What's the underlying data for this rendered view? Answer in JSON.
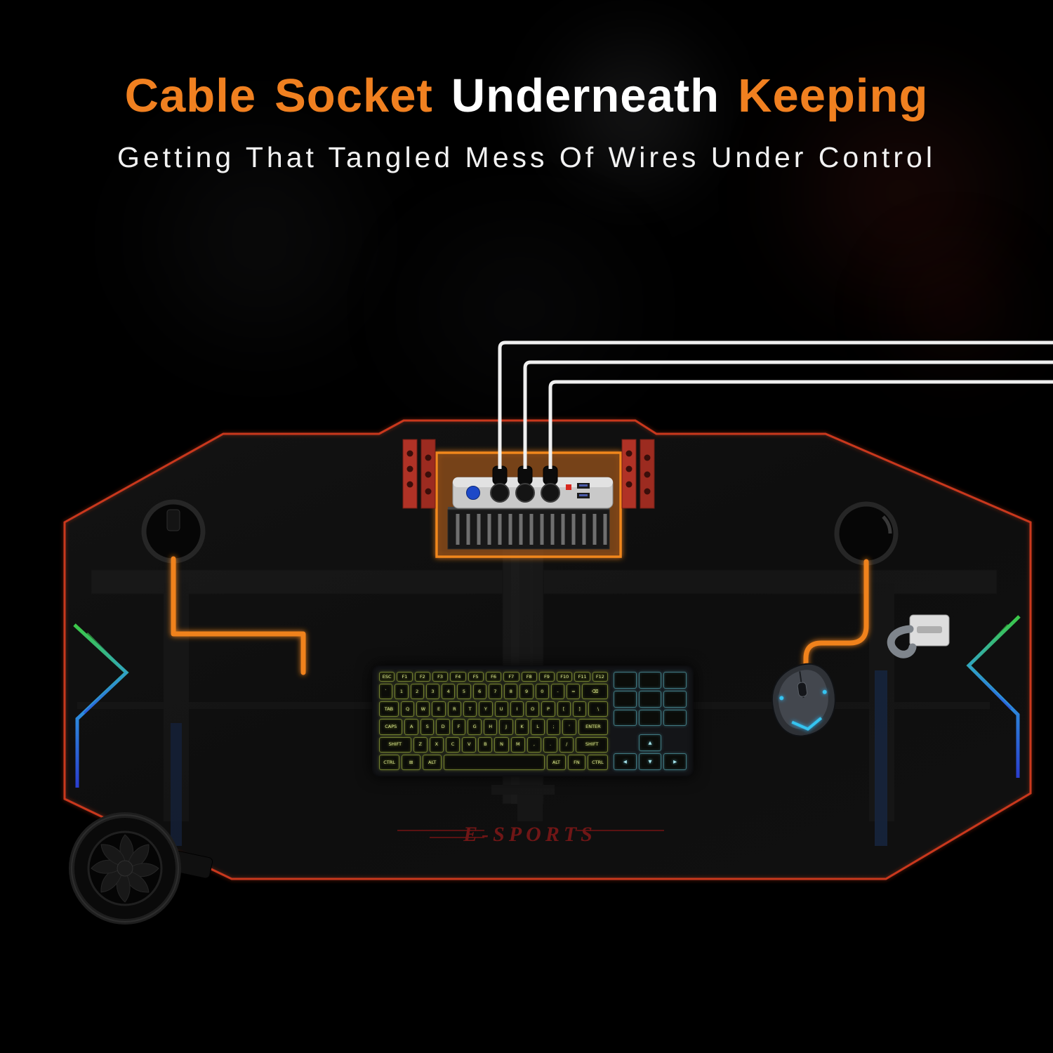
{
  "page": {
    "background": "#000000"
  },
  "headline": {
    "words": [
      {
        "text": "Cable",
        "color": "#F08020"
      },
      {
        "text": "Socket",
        "color": "#F08020"
      },
      {
        "text": "Underneath",
        "color": "#FFFFFF"
      },
      {
        "text": "Keeping",
        "color": "#F08020"
      }
    ],
    "subtitle": "Getting That Tangled Mess Of Wires Under Control"
  },
  "desk": {
    "logo": "E-SPORTS",
    "colors": {
      "outline_red": "#C9381F",
      "cable_orange": "#F0821E",
      "glow_orange": "#FF8A1E",
      "strap_blue": "#1F62D6",
      "mouse_glow_blue": "#35C4F0",
      "key_glow_green": "#C8E23C",
      "key_glow_teal": "#7FD8E8",
      "white_cable": "#EFEFEF",
      "logo_red": "#701616"
    },
    "icons": {
      "power_strip": "power-strip",
      "cable_basket": "cable-management-basket",
      "grommet_left": "cable-grommet-left",
      "grommet_right": "cable-grommet-right",
      "cup_holder": "cup-holder",
      "headset_hook": "headset-hook",
      "keyboard": "gaming-keyboard",
      "mouse": "gaming-mouse",
      "rgb_strip": "rgb-light-strip"
    }
  },
  "keyboard": {
    "function_row": [
      "ESC",
      "F1",
      "F2",
      "F3",
      "F4",
      "F5",
      "F6",
      "F7",
      "F8",
      "F9",
      "F10",
      "F11",
      "F12"
    ],
    "rows": [
      [
        "`",
        "1",
        "2",
        "3",
        "4",
        "5",
        "6",
        "7",
        "8",
        "9",
        "0",
        "-",
        "=",
        "⌫"
      ],
      [
        "TAB",
        "Q",
        "W",
        "E",
        "R",
        "T",
        "Y",
        "U",
        "I",
        "O",
        "P",
        "[",
        "]",
        "\\"
      ],
      [
        "CAPS",
        "A",
        "S",
        "D",
        "F",
        "G",
        "H",
        "J",
        "K",
        "L",
        ";",
        "'",
        "ENTER"
      ],
      [
        "SHIFT",
        "Z",
        "X",
        "C",
        "V",
        "B",
        "N",
        "M",
        ",",
        ".",
        "/",
        "SHIFT"
      ],
      [
        "CTRL",
        "⊞",
        "ALT",
        " ",
        "ALT",
        "FN",
        "CTRL"
      ]
    ],
    "nav_rows": [
      [
        "",
        "",
        ""
      ],
      [
        "",
        "",
        ""
      ],
      [
        "",
        "",
        ""
      ]
    ],
    "arrow_rows": [
      [
        null,
        "▲",
        null
      ],
      [
        "◀",
        "▼",
        "▶"
      ]
    ]
  }
}
